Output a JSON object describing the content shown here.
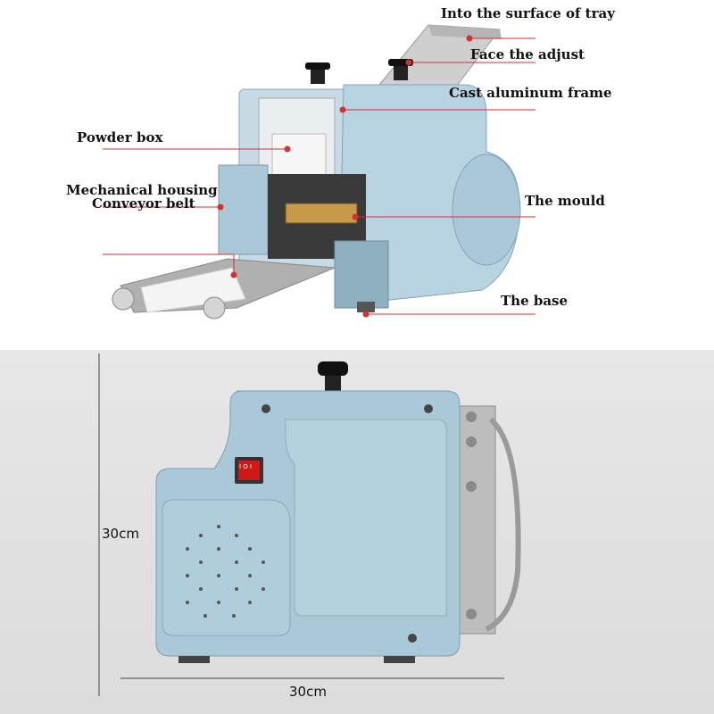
{
  "callouts": {
    "tray": "Into the surface of tray",
    "adjust": "Face the adjust",
    "frame": "Cast aluminum frame",
    "powder_box": "Powder box",
    "housing": "Mechanical housing",
    "conveyor": "Conveyor belt",
    "mould": "The mould",
    "base": "The base"
  },
  "dimensions": {
    "height": "30cm",
    "width": "30cm"
  },
  "switch_label": "I O I",
  "colors": {
    "body": "#a9c9d8",
    "callout_line": "#d23232",
    "metal": "#bdbdbd"
  }
}
